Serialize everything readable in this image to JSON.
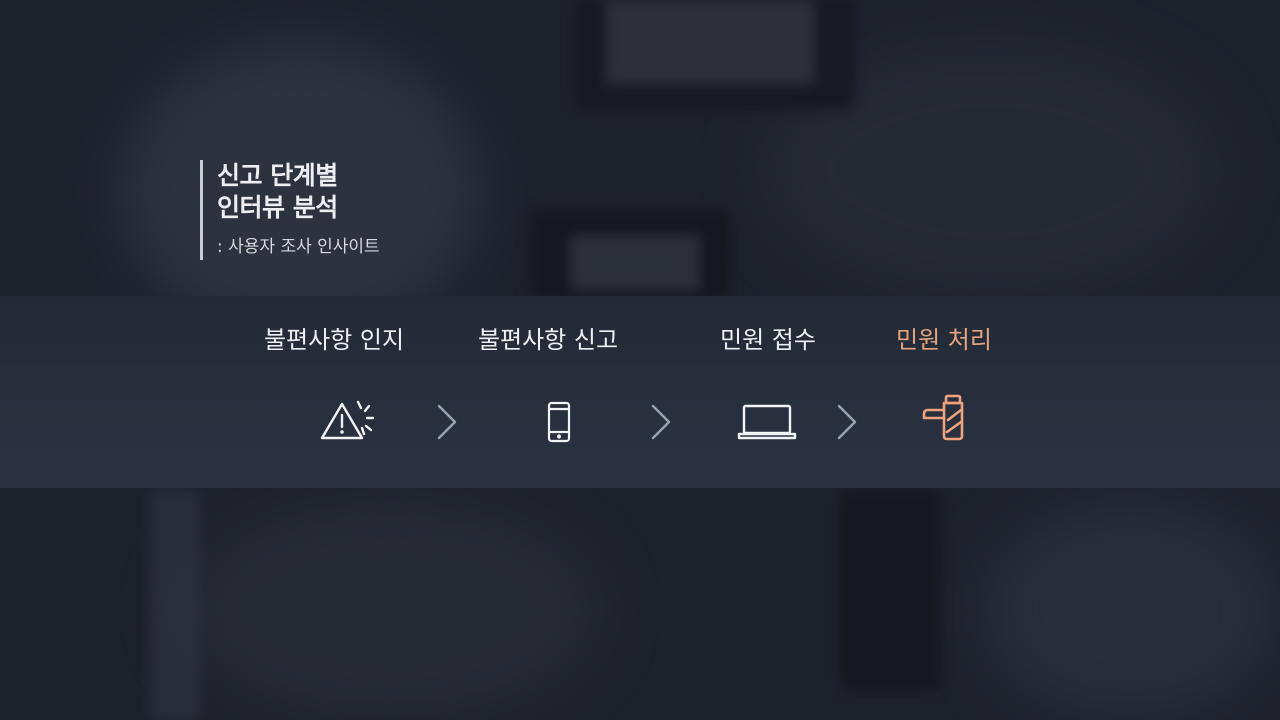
{
  "title": {
    "line1": "신고 단계별",
    "line2": "인터뷰 분석",
    "subtitle": ": 사용자 조사 인사이트"
  },
  "steps": [
    {
      "label": "불편사항 인지",
      "icon": "warning-alert-icon",
      "active": false
    },
    {
      "label": "불편사항 신고",
      "icon": "smartphone-icon",
      "active": false
    },
    {
      "label": "민원 접수",
      "icon": "laptop-icon",
      "active": false
    },
    {
      "label": "민원 처리",
      "icon": "faucet-icon",
      "active": true
    }
  ],
  "colors": {
    "background": "#1c222c",
    "band": "#2b3343",
    "text": "#eef0f3",
    "accent": "#e5a47e",
    "chevron": "#9aa3b2"
  }
}
